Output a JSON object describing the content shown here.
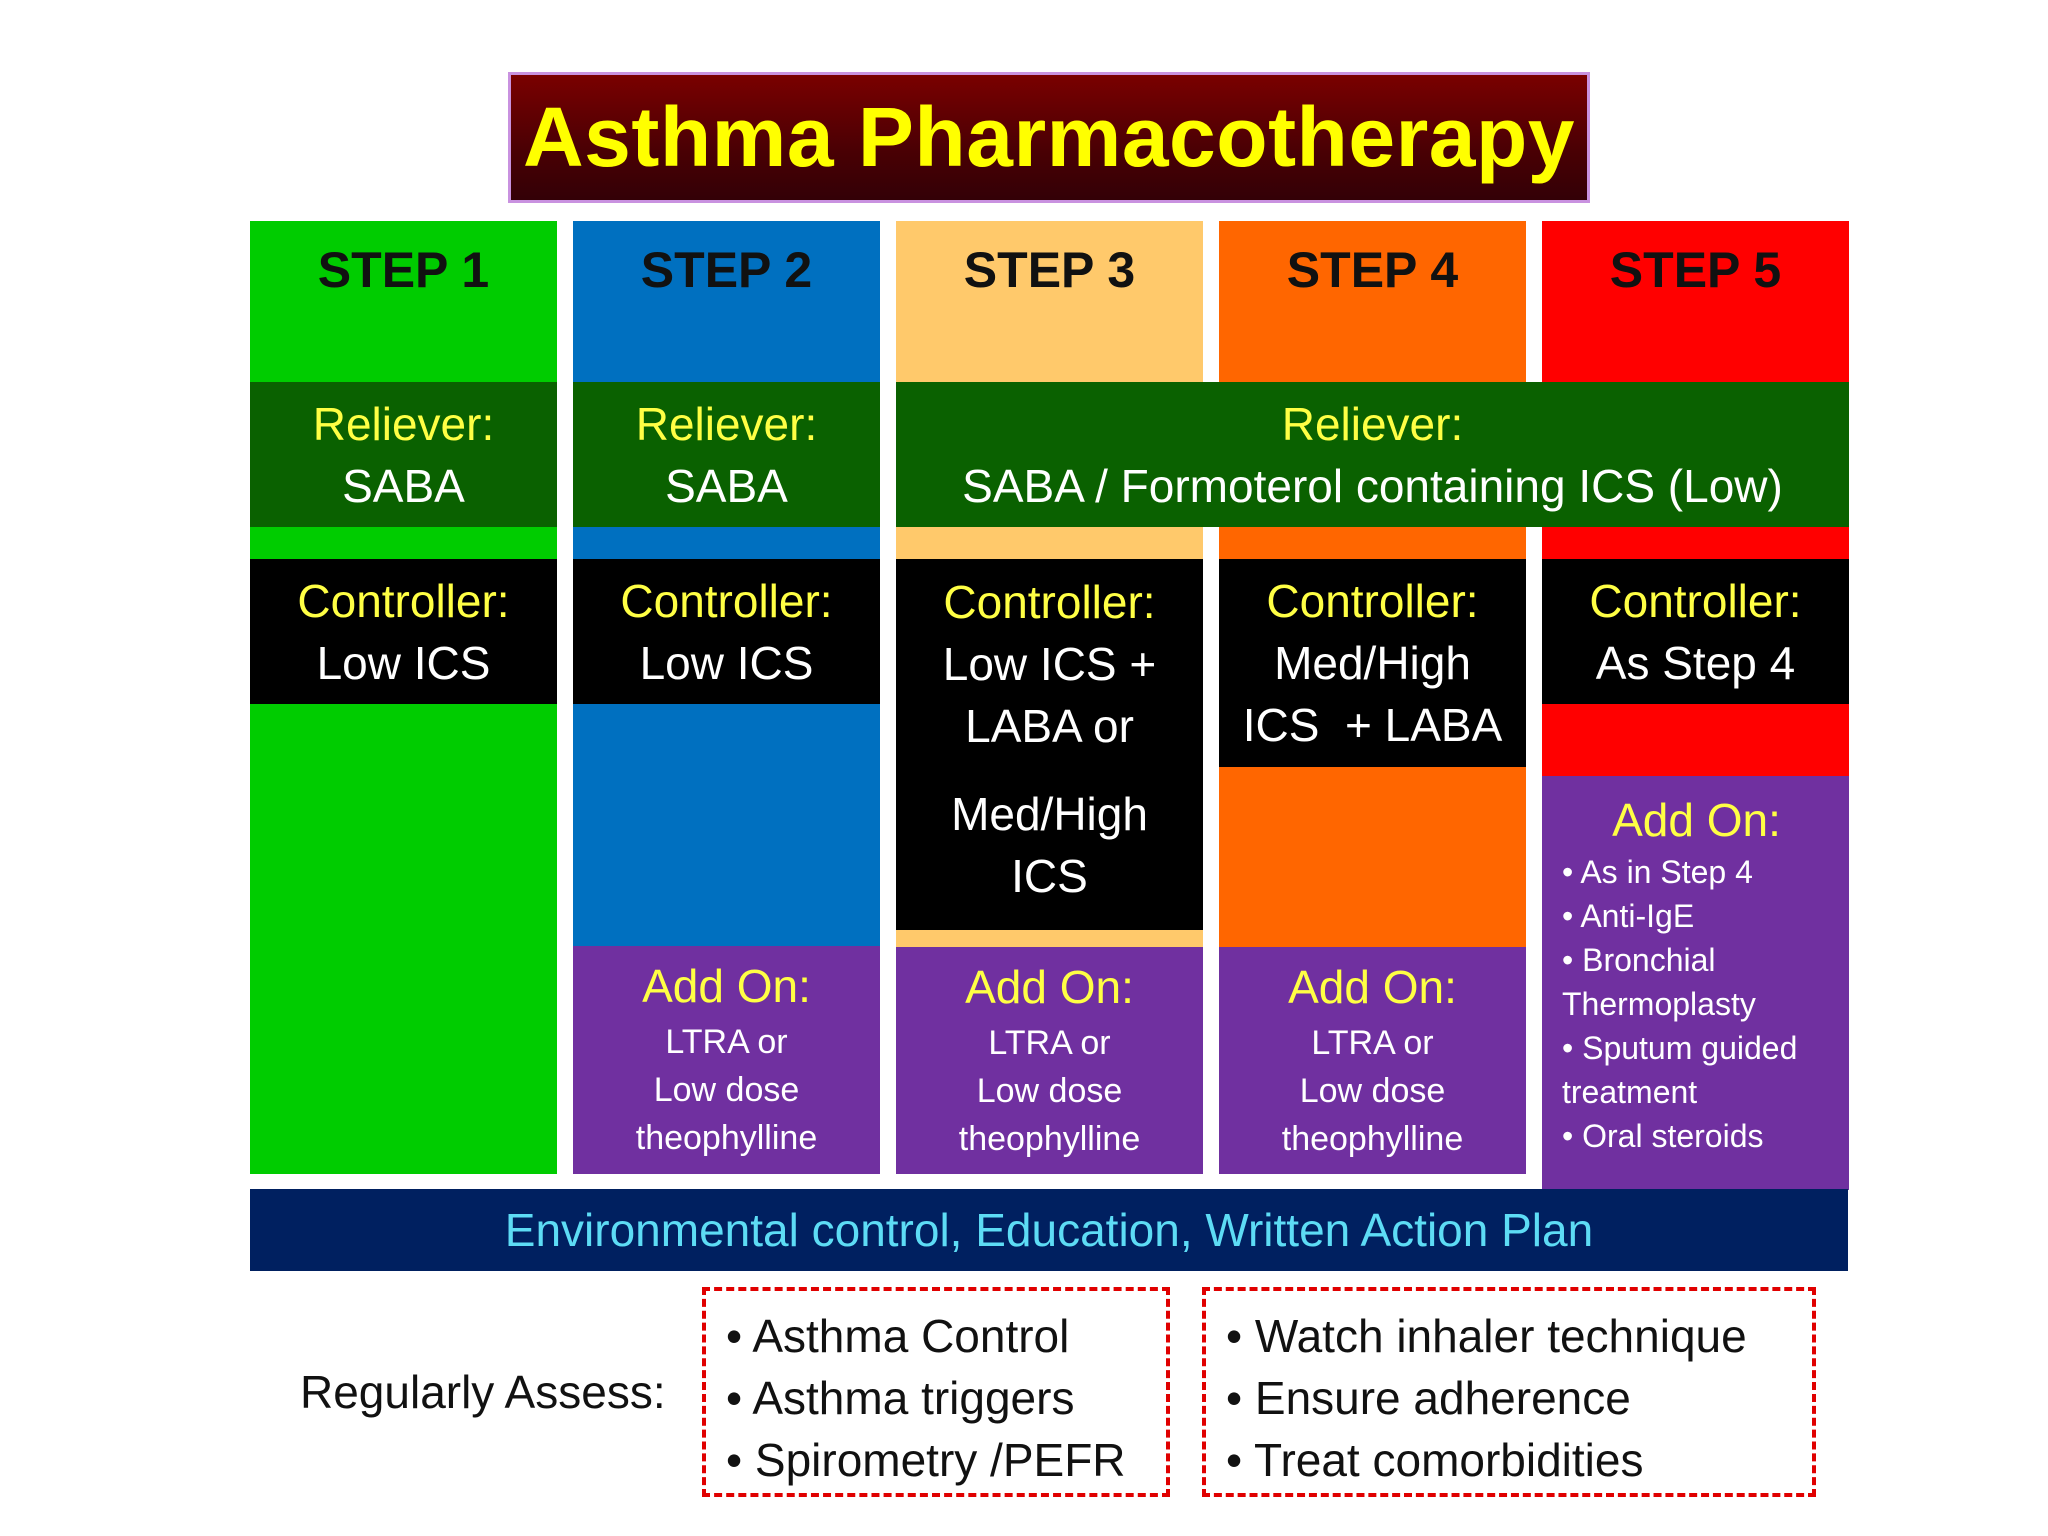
{
  "title": "Asthma Pharmacotherapy",
  "colors": {
    "step1": "#00cc00",
    "step2": "#0070c0",
    "step3": "#ffc96b",
    "step4": "#ff6600",
    "step5": "#ff0000",
    "reliever_bg": "#0a6100",
    "controller_bg": "#000000",
    "addon_bg": "#7030a0",
    "env_bg": "#002060",
    "env_text": "#5ddcf5",
    "title_text": "#ffff00",
    "label_yellow": "#ffff44",
    "dashed_border": "#e00000"
  },
  "steps": [
    {
      "label": "STEP 1",
      "reliever": {
        "head": "Reliever:",
        "value": "SABA"
      },
      "controller": {
        "head": "Controller:",
        "lines": [
          "Low ICS"
        ]
      }
    },
    {
      "label": "STEP 2",
      "reliever": {
        "head": "Reliever:",
        "value": "SABA"
      },
      "controller": {
        "head": "Controller:",
        "lines": [
          "Low ICS"
        ]
      },
      "addon": {
        "head": "Add On:",
        "lines": [
          "LTRA or",
          "Low dose",
          "theophylline"
        ]
      }
    },
    {
      "label": "STEP 3",
      "controller": {
        "head": "Controller:",
        "lines": [
          "Low ICS +",
          "LABA or",
          "Med/High",
          "ICS"
        ]
      },
      "addon": {
        "head": "Add On:",
        "lines": [
          "LTRA or",
          "Low dose",
          "theophylline"
        ]
      }
    },
    {
      "label": "STEP 4",
      "controller": {
        "head": "Controller:",
        "lines": [
          "Med/High",
          "ICS  + LABA"
        ]
      },
      "addon": {
        "head": "Add On:",
        "lines": [
          "LTRA or",
          "Low dose",
          "theophylline"
        ]
      }
    },
    {
      "label": "STEP 5",
      "controller": {
        "head": "Controller:",
        "lines": [
          "As Step 4"
        ]
      },
      "addon": {
        "head": "Add On:",
        "lines": [
          "• As in Step 4",
          "• Anti-IgE",
          "• Bronchial",
          "Thermoplasty",
          "• Sputum guided",
          "treatment",
          "• Oral steroids"
        ]
      }
    }
  ],
  "shared_reliever": {
    "head": "Reliever:",
    "value": "SABA / Formoterol containing ICS (Low)"
  },
  "environment": "Environmental control, Education, Written Action Plan",
  "assess": {
    "label": "Regularly Assess:",
    "box1": [
      "• Asthma Control",
      "• Asthma triggers",
      "• Spirometry /PEFR"
    ],
    "box2": [
      "• Watch inhaler technique",
      "• Ensure adherence",
      "• Treat comorbidities"
    ]
  }
}
